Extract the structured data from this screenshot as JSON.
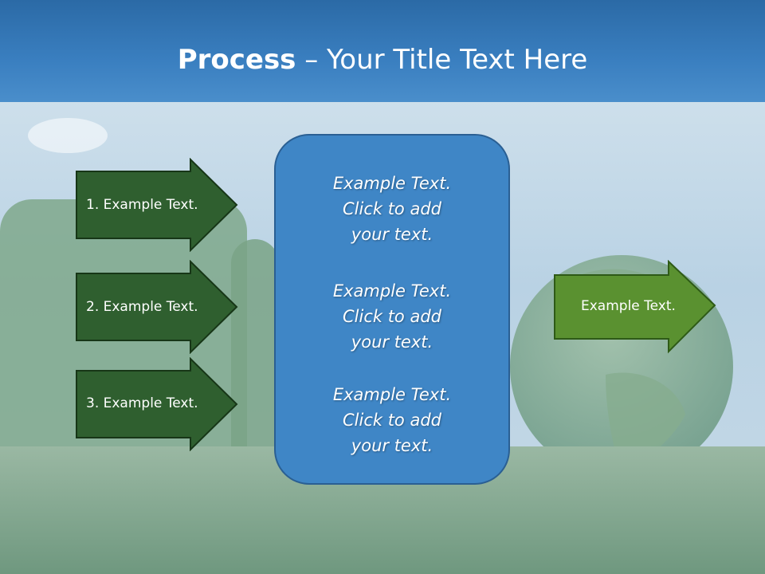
{
  "slide": {
    "title_bold": "Process",
    "title_rest": " – Your Title Text Here"
  },
  "steps": [
    {
      "label": "1. Example Text."
    },
    {
      "label": "2. Example Text."
    },
    {
      "label": "3. Example Text."
    }
  ],
  "center_box": {
    "blocks": [
      {
        "lines": [
          "Example Text.",
          "Click  to add",
          "your text."
        ]
      },
      {
        "lines": [
          "Example Text.",
          "Click  to add",
          "your text."
        ]
      },
      {
        "lines": [
          "Example Text.",
          "Click  to add",
          "your text."
        ]
      }
    ]
  },
  "output": {
    "label": "Example Text."
  },
  "colors": {
    "title_band": "#3a7fc0",
    "step_arrow": "#2f5f2f",
    "output_arrow": "#5a9130",
    "center_box": "#3f86c6"
  }
}
